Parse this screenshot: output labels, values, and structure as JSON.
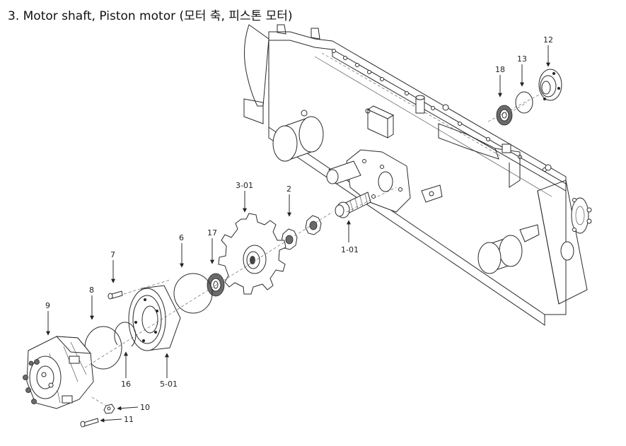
{
  "title": "3. Motor shaft, Piston motor (모터 축, 피스톤 모터)",
  "callouts": {
    "c12": "12",
    "c13": "13",
    "c18": "18",
    "c3_01": "3-01",
    "c2": "2",
    "c1_01": "1-01",
    "c6": "6",
    "c17": "17",
    "c7": "7",
    "c8": "8",
    "c9": "9",
    "c16": "16",
    "c5_01": "5-01",
    "c10": "10",
    "c11": "11"
  }
}
